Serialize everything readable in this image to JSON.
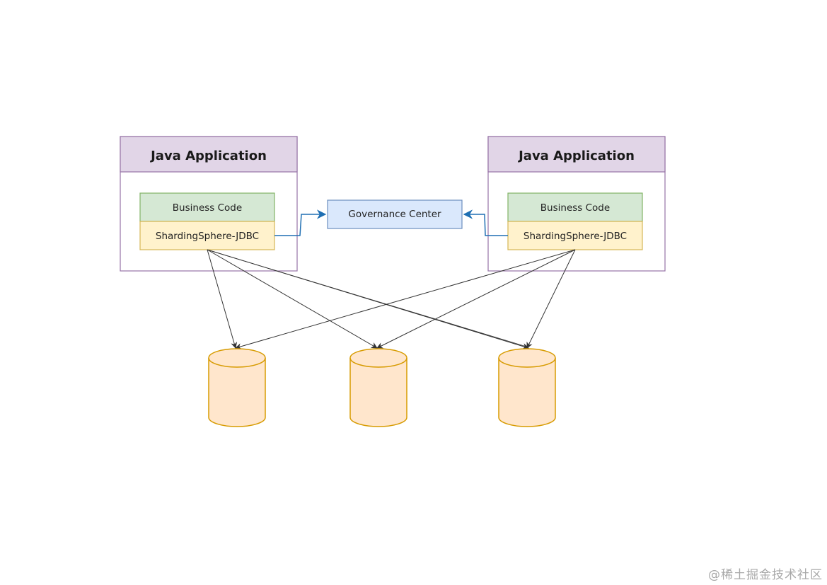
{
  "apps": [
    {
      "title": "Java Application",
      "business_code": "Business Code",
      "jdbc": "ShardingSphere-JDBC"
    },
    {
      "title": "Java Application",
      "business_code": "Business Code",
      "jdbc": "ShardingSphere-JDBC"
    }
  ],
  "governance": {
    "label": "Governance Center"
  },
  "databases": [
    {},
    {},
    {}
  ],
  "colors": {
    "app_header_fill": "#e1d5e7",
    "app_border": "#9673a6",
    "business_fill": "#d5e8d4",
    "business_border": "#82b366",
    "jdbc_fill": "#fff2cc",
    "jdbc_border": "#d6b656",
    "governance_fill": "#dae8fc",
    "governance_border": "#6c8ebf",
    "db_fill": "#ffe6cc",
    "db_border": "#d79b00",
    "blue_edge": "#1f6fb3",
    "gray_edge": "#333333"
  },
  "watermark": "@稀土掘金技术社区"
}
